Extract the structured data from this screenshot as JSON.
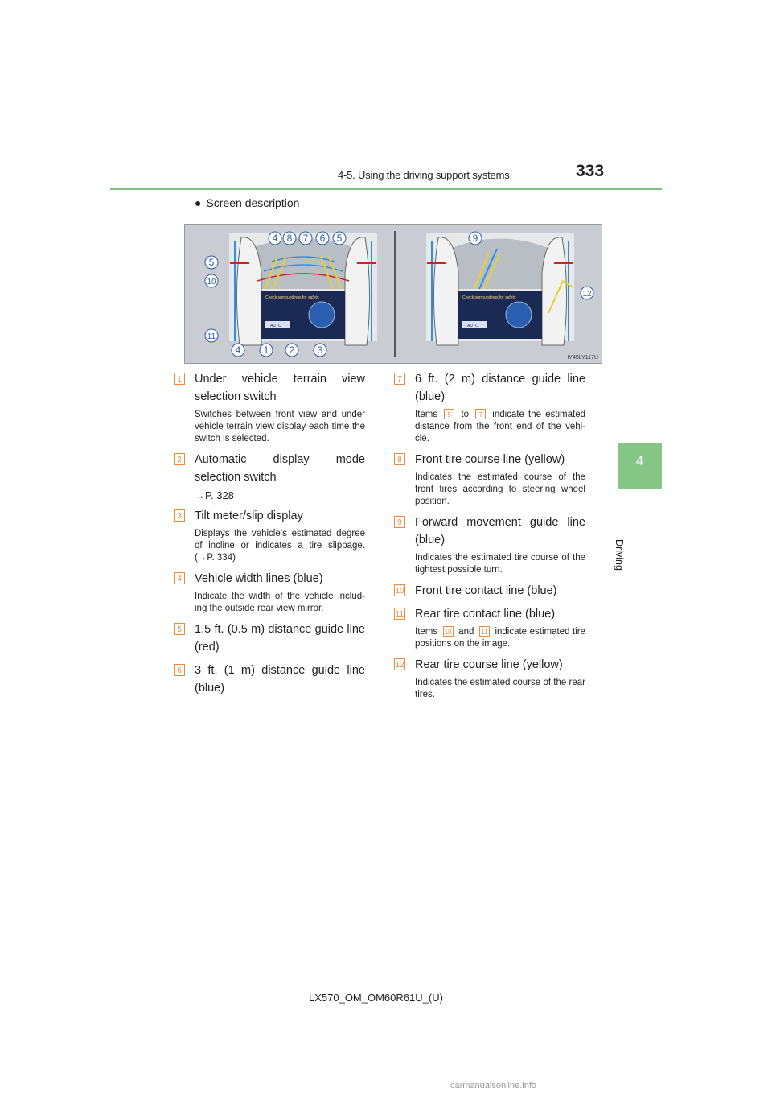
{
  "header": {
    "section_title": "4-5. Using the driving support systems",
    "page_number": "333"
  },
  "side_tab": {
    "chapter_number": "4",
    "chapter_label": "Driving"
  },
  "section_heading": {
    "bullet": "●",
    "text": "Screen description"
  },
  "figure": {
    "code": "IY45LY117U",
    "callouts_left": [
      "4",
      "8",
      "7",
      "6",
      "5",
      "5",
      "10",
      "11",
      "4",
      "1",
      "2",
      "3"
    ],
    "callouts_right": [
      "9",
      "12"
    ],
    "screen_text": "Check surroundings for safety.",
    "auto_label": "AUTO",
    "colors": {
      "red": "#d02020",
      "blue": "#2f8fe0",
      "yellow": "#e8d030",
      "callout": "#2b5aa6"
    }
  },
  "items_left": [
    {
      "num": "1",
      "title": "Under vehicle terrain view selection switch",
      "desc": "Switches between front view and under vehicle terrain view display each time the switch is selected."
    },
    {
      "num": "2",
      "title": "Automatic display mode selection switch",
      "ref": "→P. 328"
    },
    {
      "num": "3",
      "title": "Tilt meter/slip display",
      "desc": "Displays the vehicle’s estimated degree of incline or indicates a tire slippage. (→P. 334)"
    },
    {
      "num": "4",
      "title": "Vehicle width lines (blue)",
      "desc": "Indicate the width of the vehicle includ-ing the outside rear view mirror."
    },
    {
      "num": "5",
      "title": "1.5 ft. (0.5 m) distance guide line (red)"
    },
    {
      "num": "6",
      "title": "3 ft. (1 m) distance guide line (blue)"
    }
  ],
  "items_right": [
    {
      "num": "7",
      "title": "6 ft. (2 m) distance guide line (blue)",
      "desc_prefix": "Items",
      "desc_ref_a": "5",
      "desc_mid": "to",
      "desc_ref_b": "7",
      "desc_suffix": "indicate the estimated distance from the front end of the vehi-cle."
    },
    {
      "num": "8",
      "title": "Front tire course line (yellow)",
      "desc": "Indicates the estimated course of the front tires according to steering wheel position."
    },
    {
      "num": "9",
      "title": "Forward movement guide line (blue)",
      "desc": "Indicates the estimated tire course of the tightest possible turn."
    },
    {
      "num": "10",
      "title": "Front tire contact line (blue)"
    },
    {
      "num": "11",
      "title": "Rear tire contact line (blue)",
      "desc_prefix": "Items",
      "desc_ref_a": "10",
      "desc_mid": "and",
      "desc_ref_b": "11",
      "desc_suffix": "indicate estimated tire positions on the image."
    },
    {
      "num": "12",
      "title": "Rear tire course line (yellow)",
      "desc": "Indicates the estimated course of the rear tires."
    }
  ],
  "footer": {
    "code": "LX570_OM_OM60R61U_(U)"
  },
  "watermark": "carmanualsonline.info"
}
